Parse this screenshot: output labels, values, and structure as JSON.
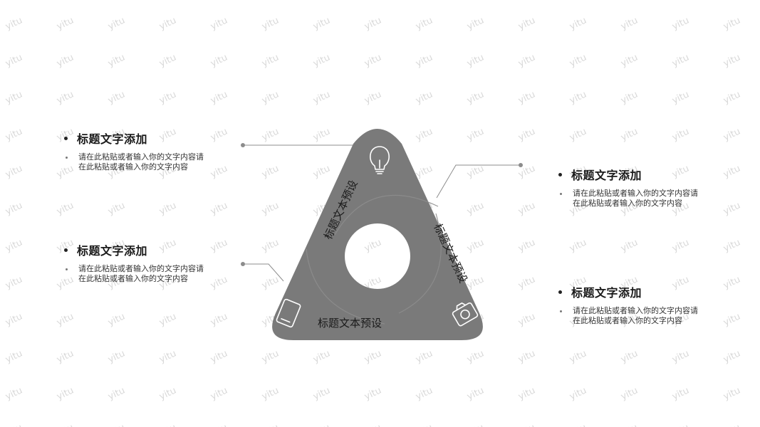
{
  "watermark": {
    "text": "yitu",
    "color": "#d9d9d9"
  },
  "colors": {
    "shape": "#7a7a7a",
    "line": "#8c8c8c",
    "dot": "#8c8c8c",
    "text": "#1a1a1a"
  },
  "blocks": [
    {
      "title": "标题文字添加",
      "desc": "请在此粘贴或者输入你的文字内容请在此粘贴或者输入你的文字内容"
    },
    {
      "title": "标题文字添加",
      "desc": "请在此粘贴或者输入你的文字内容请在此粘贴或者输入你的文字内容"
    },
    {
      "title": "标题文字添加",
      "desc": "请在此粘贴或者输入你的文字内容请在此粘贴或者输入你的文字内容"
    },
    {
      "title": "标题文字添加",
      "desc": "请在此粘贴或者输入你的文字内容请在此粘贴或者输入你的文字内容"
    }
  ],
  "segments": [
    {
      "label": "标题文本预设",
      "icon": "lightbulb-icon"
    },
    {
      "label": "标题文本预设",
      "icon": "camera-icon"
    },
    {
      "label": "标题文本预设",
      "icon": "tablet-icon"
    }
  ]
}
